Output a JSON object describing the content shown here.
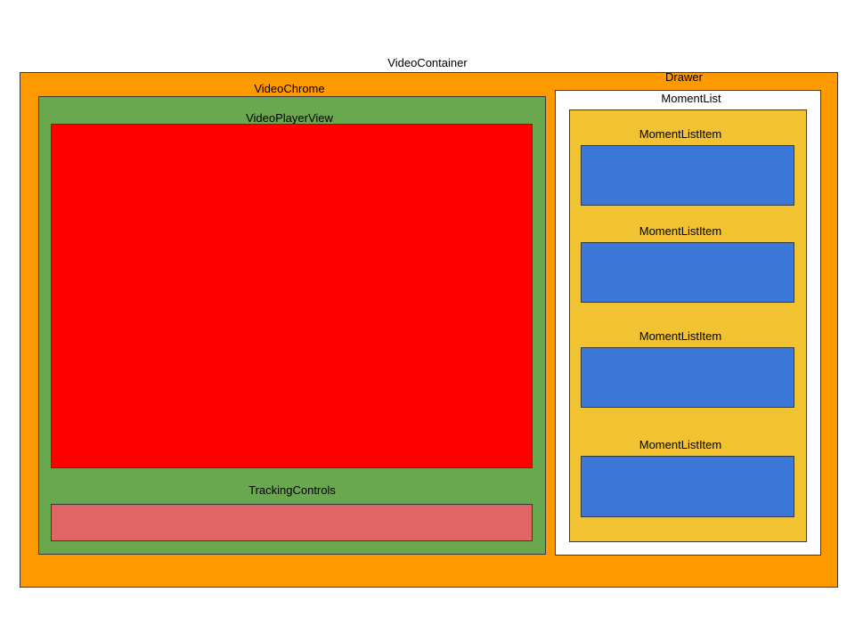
{
  "colors": {
    "video_container": "#ff9900",
    "video_chrome": "#6aa84f",
    "video_player_view": "#ff0000",
    "tracking_controls": "#e06666",
    "drawer": "#ffffff",
    "moment_list": "#f1c232",
    "moment_list_item": "#3c78d8"
  },
  "labels": {
    "video_container": "VideoContainer",
    "video_chrome": "VideoChrome",
    "video_player_view": "VideoPlayerView",
    "tracking_controls": "TrackingControls",
    "drawer": "Drawer",
    "moment_list": "MomentList"
  },
  "moment_list_items": [
    {
      "label": "MomentListItem"
    },
    {
      "label": "MomentListItem"
    },
    {
      "label": "MomentListItem"
    },
    {
      "label": "MomentListItem"
    }
  ]
}
